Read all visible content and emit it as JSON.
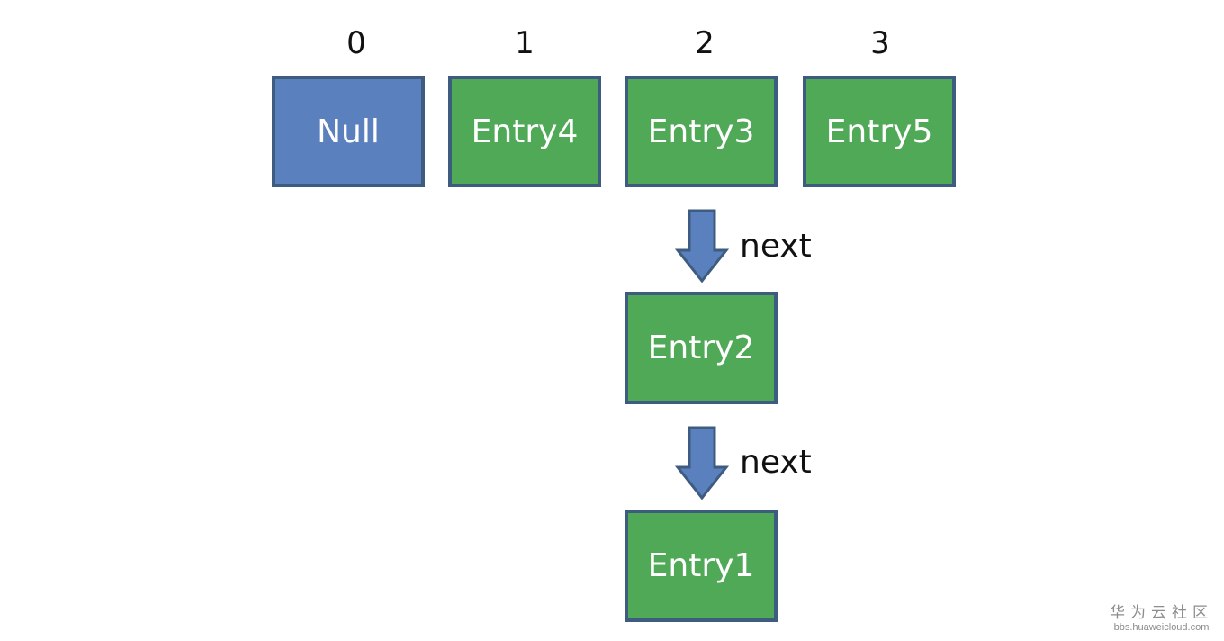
{
  "buckets": [
    {
      "index": "0",
      "label": "Null",
      "kind": "null"
    },
    {
      "index": "1",
      "label": "Entry4",
      "kind": "entry"
    },
    {
      "index": "2",
      "label": "Entry3",
      "kind": "entry"
    },
    {
      "index": "3",
      "label": "Entry5",
      "kind": "entry"
    }
  ],
  "chain": {
    "bucket_index": "2",
    "links": [
      {
        "label": "next",
        "target": "Entry2"
      },
      {
        "label": "next",
        "target": "Entry1"
      }
    ]
  },
  "colors": {
    "null_fill": "#5a80bd",
    "entry_fill": "#4fa957",
    "border": "#3e5c80",
    "arrow_fill": "#5a80bd",
    "arrow_stroke": "#3e5c80",
    "text_dark": "#111111",
    "text_light": "#ffffff"
  },
  "watermark": {
    "title": "华为云社区",
    "url": "bbs.huaweicloud.com"
  }
}
